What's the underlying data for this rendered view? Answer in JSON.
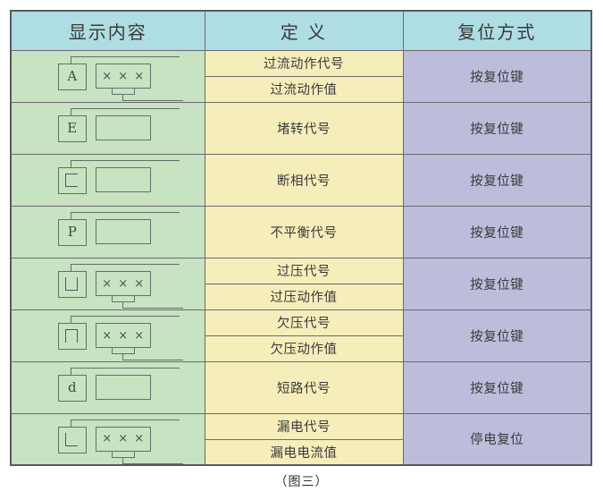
{
  "table": {
    "headers": {
      "display": "显示内容",
      "definition": "定 义",
      "reset": "复位方式"
    },
    "colors": {
      "header_bg": "#aedde4",
      "display_bg": "#c7e3c2",
      "definition_bg": "#f5eebb",
      "reset_bg": "#bdbcdb",
      "border": "#6a6a6e"
    },
    "rows": [
      {
        "code_letter": "A",
        "code_glyph_type": "letter",
        "has_value_box": true,
        "value_box_text": "× × ×",
        "definitions": [
          "过流动作代号",
          "过流动作值"
        ],
        "reset": "按复位键"
      },
      {
        "code_letter": "E",
        "code_glyph_type": "letter",
        "has_value_box": false,
        "value_box_text": "",
        "definitions": [
          "堵转代号"
        ],
        "reset": "按复位键"
      },
      {
        "code_letter": "⊏",
        "code_glyph_type": "shape-c",
        "has_value_box": false,
        "value_box_text": "",
        "definitions": [
          "断相代号"
        ],
        "reset": "按复位键"
      },
      {
        "code_letter": "P",
        "code_glyph_type": "letter",
        "has_value_box": false,
        "value_box_text": "",
        "definitions": [
          "不平衡代号"
        ],
        "reset": "按复位键"
      },
      {
        "code_letter": "⊔",
        "code_glyph_type": "shape-u",
        "has_value_box": true,
        "value_box_text": "× × ×",
        "definitions": [
          "过压代号",
          "过压动作值"
        ],
        "reset": "按复位键"
      },
      {
        "code_letter": "⊓",
        "code_glyph_type": "shape-n",
        "has_value_box": true,
        "value_box_text": "× × ×",
        "definitions": [
          "欠压代号",
          "欠压动作值"
        ],
        "reset": "按复位键"
      },
      {
        "code_letter": "d",
        "code_glyph_type": "letter",
        "has_value_box": false,
        "value_box_text": "",
        "definitions": [
          "短路代号"
        ],
        "reset": "按复位键"
      },
      {
        "code_letter": "L",
        "code_glyph_type": "shape-l",
        "has_value_box": true,
        "value_box_text": "× × ×",
        "definitions": [
          "漏电代号",
          "漏电电流值"
        ],
        "reset": "停电复位"
      }
    ]
  },
  "caption": "（图三）"
}
